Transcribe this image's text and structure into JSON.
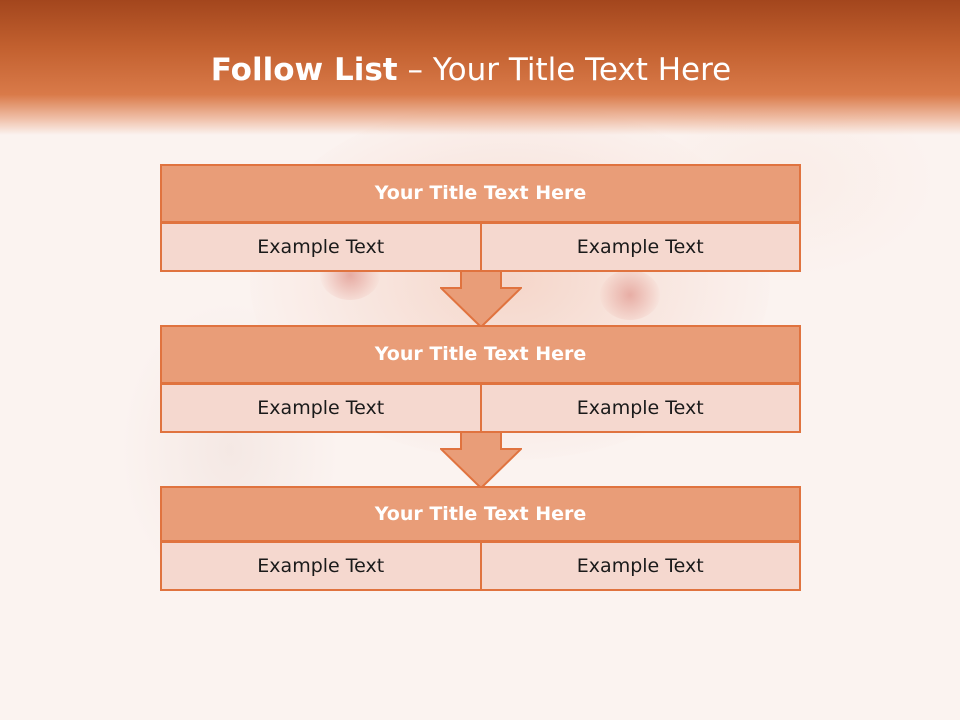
{
  "slide": {
    "title_bold": "Follow List",
    "title_rest": " – Your Title Text Here"
  },
  "blocks": [
    {
      "title": "Your Title Text Here",
      "left": "Example Text",
      "right": "Example Text"
    },
    {
      "title": "Your Title Text Here",
      "left": "Example Text",
      "right": "Example Text"
    },
    {
      "title": "Your Title Text Here",
      "left": "Example Text",
      "right": "Example Text"
    }
  ],
  "colors": {
    "header": "#c2602f",
    "block_title_fill": "#e99d78",
    "cell_fill": "#f5d8cf",
    "border": "#e0733f"
  },
  "icons": {
    "arrow": "down-arrow-icon"
  }
}
